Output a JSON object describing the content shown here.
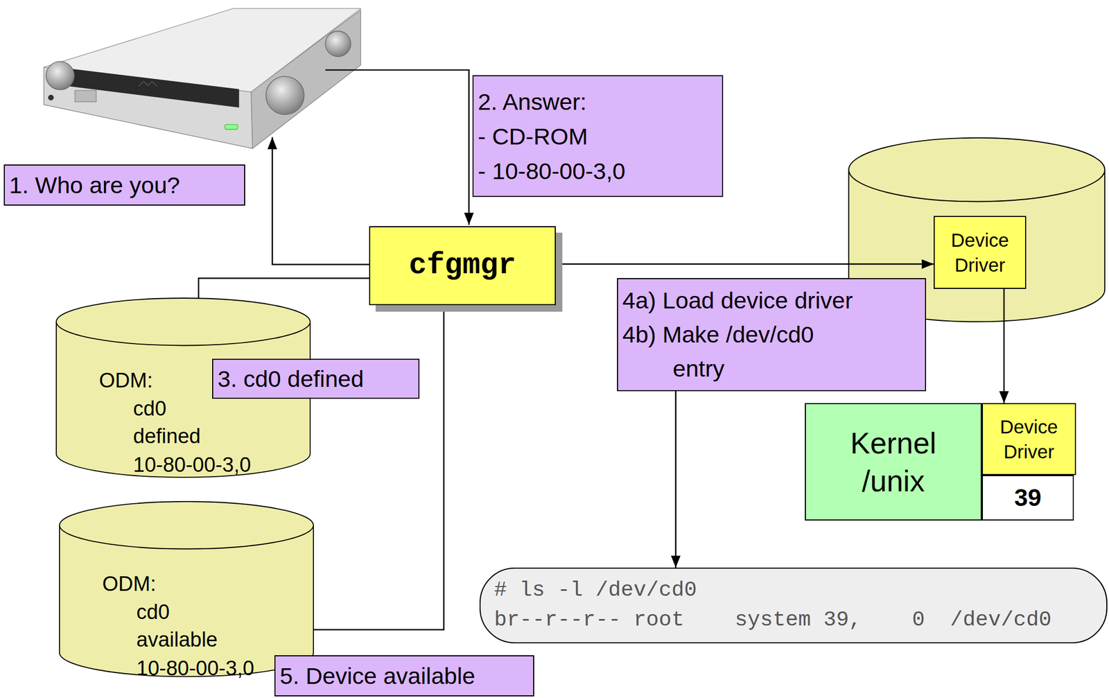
{
  "diagram": {
    "nodes": [
      {
        "text": [
          "1. Who are you?"
        ]
      },
      {
        "text": [
          "2. Answer:",
          "- CD-ROM",
          "- 10-80-00-3,0"
        ]
      },
      {
        "text": [
          "cfgmgr"
        ]
      },
      {
        "text": [
          "Device Driver"
        ]
      },
      {
        "text": [
          "4a) Load device driver",
          "4b) Make /dev/cd0 entry"
        ]
      },
      {
        "text": [
          "ODM:",
          "cd0",
          "defined",
          "10-80-00-3,0"
        ]
      },
      {
        "text": [
          "3. cd0 defined"
        ]
      },
      {
        "text": [
          "ODM:",
          "cd0",
          "available",
          "10-80-00-3,0"
        ]
      },
      {
        "text": [
          "5. Device available"
        ]
      },
      {
        "text": [
          "Kernel /unix"
        ]
      },
      {
        "text": [
          "Device Driver"
        ]
      },
      {
        "text": [
          "39"
        ]
      },
      {
        "text": [
          "# ls -l /dev/cd0",
          "br--r--r-- root    system 39,    0  /dev/cd0"
        ]
      }
    ],
    "edges": [
      {
        "from": 2,
        "to": 5,
        "arrow": "to"
      },
      {
        "from": 2,
        "to": 7,
        "arrow": "to"
      },
      {
        "from": 2,
        "to": 3,
        "arrow": "to"
      },
      {
        "from": 3,
        "to": 10,
        "arrow": "to"
      },
      {
        "from": 4,
        "to": 12,
        "arrow": "to"
      }
    ]
  }
}
